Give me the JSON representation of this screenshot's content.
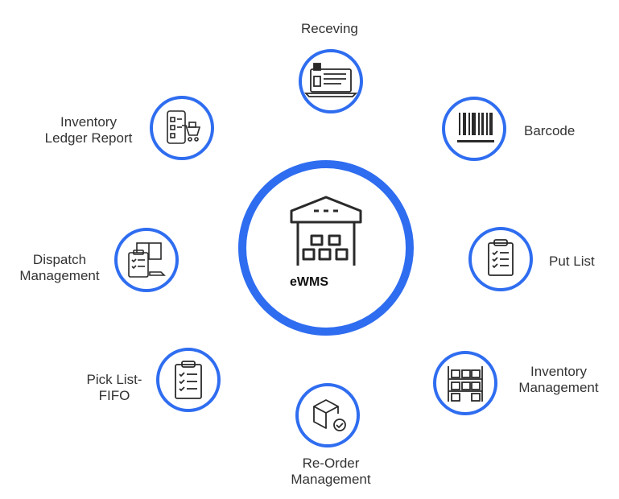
{
  "center": {
    "label": "eWMS",
    "icon": "warehouse-icon"
  },
  "colors": {
    "ring": "#2f6df0",
    "icon": "#2a2a2a",
    "text": "#333333"
  },
  "nodes": [
    {
      "id": "receving",
      "lines": [
        "Receving"
      ],
      "icon": "laptop-icon"
    },
    {
      "id": "barcode",
      "lines": [
        "Barcode"
      ],
      "icon": "barcode-icon"
    },
    {
      "id": "put-list",
      "lines": [
        "Put List"
      ],
      "icon": "clipboard-list-icon"
    },
    {
      "id": "inventory-management",
      "lines": [
        "Inventory",
        "Management"
      ],
      "icon": "shelves-icon"
    },
    {
      "id": "re-order-management",
      "lines": [
        "Re-Order",
        "Management"
      ],
      "icon": "box-check-icon"
    },
    {
      "id": "pick-list-fifo",
      "lines": [
        "Pick List-",
        "FIFO"
      ],
      "icon": "checklist-icon"
    },
    {
      "id": "dispatch-management",
      "lines": [
        "Dispatch",
        "Management"
      ],
      "icon": "dispatch-icon"
    },
    {
      "id": "inventory-ledger-report",
      "lines": [
        "Inventory",
        "Ledger Report"
      ],
      "icon": "cart-checklist-icon"
    }
  ]
}
